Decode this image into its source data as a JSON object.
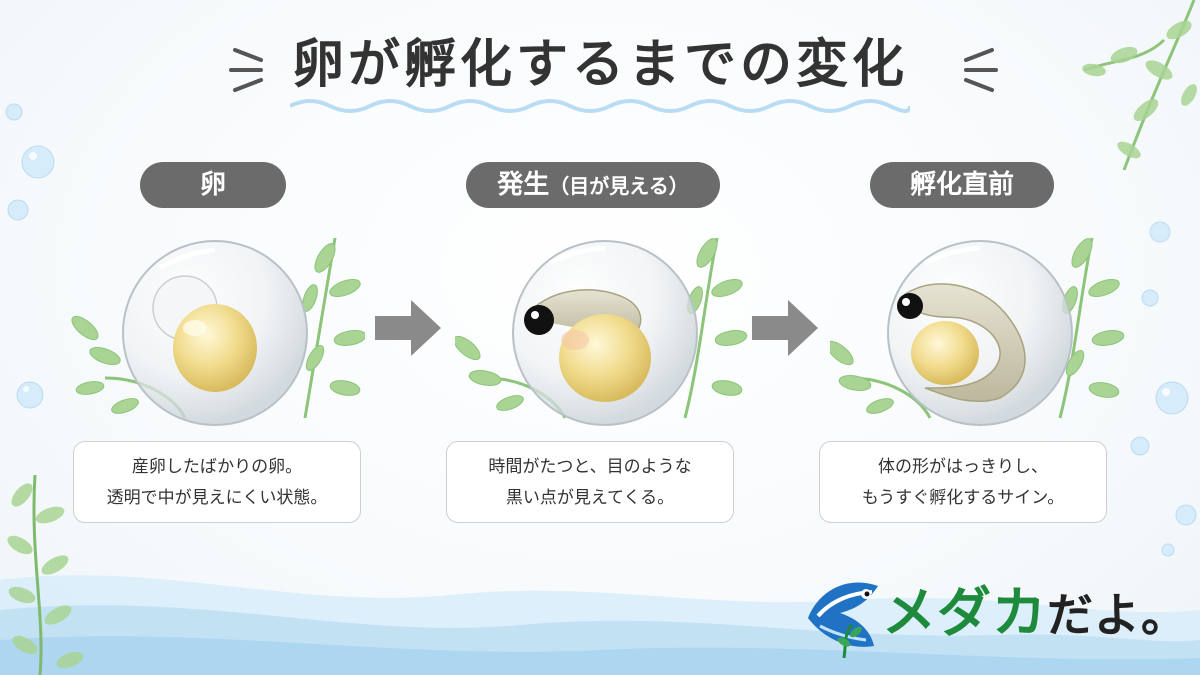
{
  "title": "卵が孵化するまでの変化",
  "stages": [
    {
      "label": "卵",
      "sublabel": "",
      "lines": [
        "産卵したばかりの卵。",
        "透明で中が見えにくい状態。"
      ]
    },
    {
      "label": "発生",
      "sublabel": "（目が見える）",
      "lines": [
        "時間がたつと、目のような",
        "黒い点が見えてくる。"
      ]
    },
    {
      "label": "孵化直前",
      "sublabel": "",
      "lines": [
        "体の形がはっきりし、",
        "もうすぐ孵化するサイン。"
      ]
    }
  ],
  "logo": {
    "main": "メダカ",
    "suffix": "だよ。"
  },
  "colors": {
    "pill": "#6b6b6b",
    "yolk": "#f1dc8e",
    "plant": "#8cc47a",
    "water": "#bcdff3",
    "logo_green": "#1e8a3c"
  },
  "icons": [
    "arrow-right-icon",
    "medaka-fish-icon",
    "bubble-icon"
  ]
}
